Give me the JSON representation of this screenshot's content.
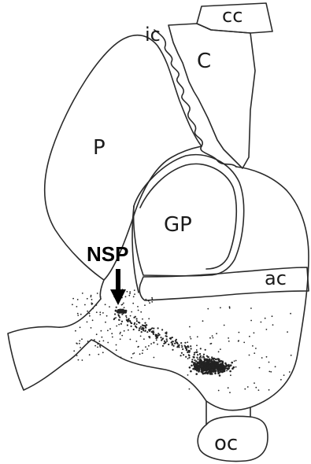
{
  "labels": {
    "cc": "cc",
    "ic": "ic",
    "c": "C",
    "p": "P",
    "gp": "GP",
    "nsp": "NSP",
    "ac": "ac",
    "oc": "oc"
  },
  "colors": {
    "line": "#2a2a2a",
    "dots": "#222222",
    "arrow": "#000000",
    "background": "#ffffff"
  },
  "icons": {
    "pointer": "down-arrow-icon"
  }
}
